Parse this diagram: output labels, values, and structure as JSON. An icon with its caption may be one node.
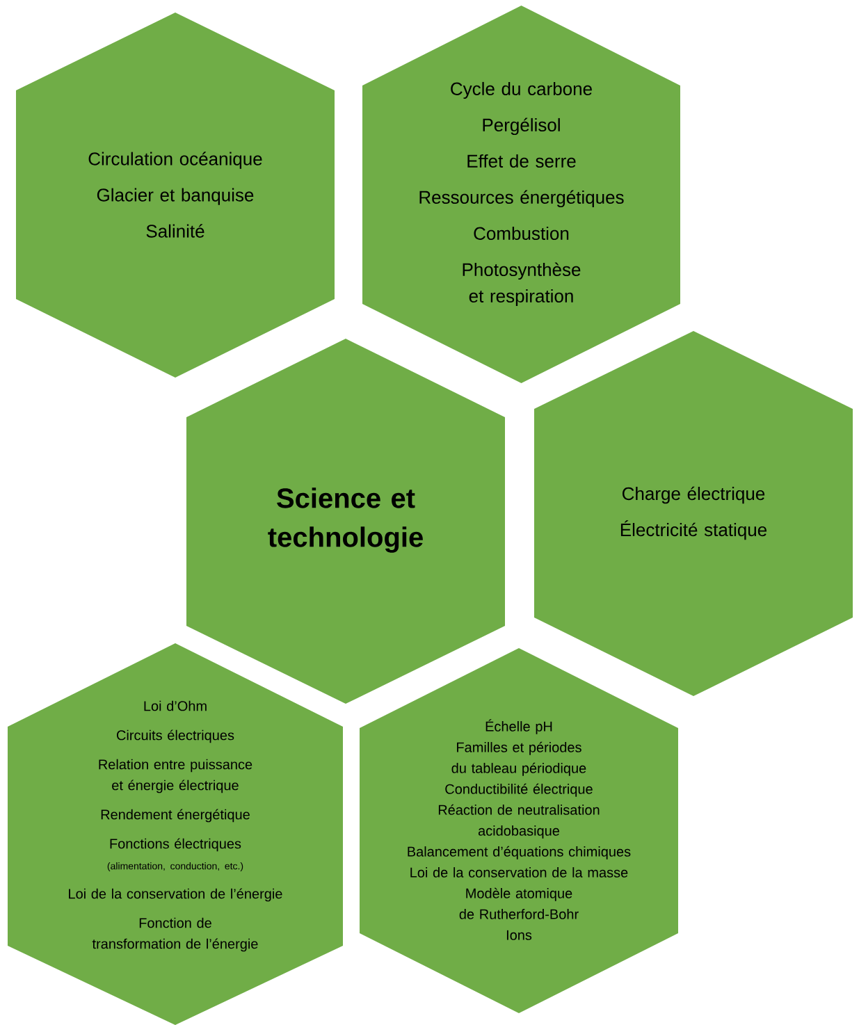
{
  "diagram": {
    "nodes": [
      {
        "text": [
          "Circulation océanique",
          "Glacier et banquise",
          "Salinité"
        ]
      },
      {
        "text": [
          "Cycle du carbone",
          "Pergélisol",
          "Effet de serre",
          "Ressources énergétiques",
          "Combustion",
          "Photosynthèse et respiration"
        ]
      },
      {
        "text": [
          "Science et technologie"
        ]
      },
      {
        "text": [
          "Charge électrique",
          "Électricité statique"
        ]
      },
      {
        "text": [
          "Loi d’Ohm",
          "Circuits électriques",
          "Relation entre puissance et énergie électrique",
          "Rendement énergétique",
          "Fonctions électriques",
          "(alimentation, conduction, etc.)",
          "Loi de la conservation de l’énergie",
          "Fonction de transformation de l’énergie"
        ]
      },
      {
        "text": [
          "Échelle pH",
          "Familles et périodes du tableau périodique",
          "Conductibilité électrique",
          "Réaction de neutralisation acidobasique",
          "Balancement d’équations chimiques",
          "Loi de la conservation de la masse",
          "Modèle atomique de Rutherford-Bohr",
          "Ions"
        ]
      }
    ]
  }
}
